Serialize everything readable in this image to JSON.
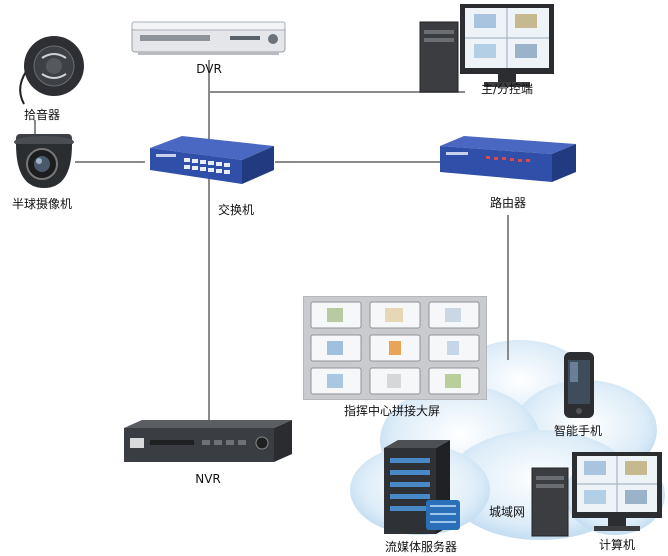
{
  "diagram": {
    "nodes": {
      "dvr": {
        "label": "DVR"
      },
      "monitor_station": {
        "label": "主/分控端"
      },
      "pickup": {
        "label": "拾音器"
      },
      "dome_camera": {
        "label": "半球摄像机"
      },
      "switch": {
        "label": "交换机"
      },
      "router": {
        "label": "路由器"
      },
      "video_wall": {
        "label": "指挥中心拼接大屏"
      },
      "smartphone": {
        "label": "智能手机"
      },
      "nvr": {
        "label": "NVR"
      },
      "media_server": {
        "label": "流媒体服务器"
      },
      "wan": {
        "label": "城域网"
      },
      "computer": {
        "label": "计算机"
      }
    },
    "colors": {
      "line": "#8a8a8a",
      "switch_blue": "#2f4fa8",
      "cloud_blue": "#cfe6f6",
      "device_dark": "#3a3a3a",
      "device_silver": "#d9dbde"
    }
  }
}
